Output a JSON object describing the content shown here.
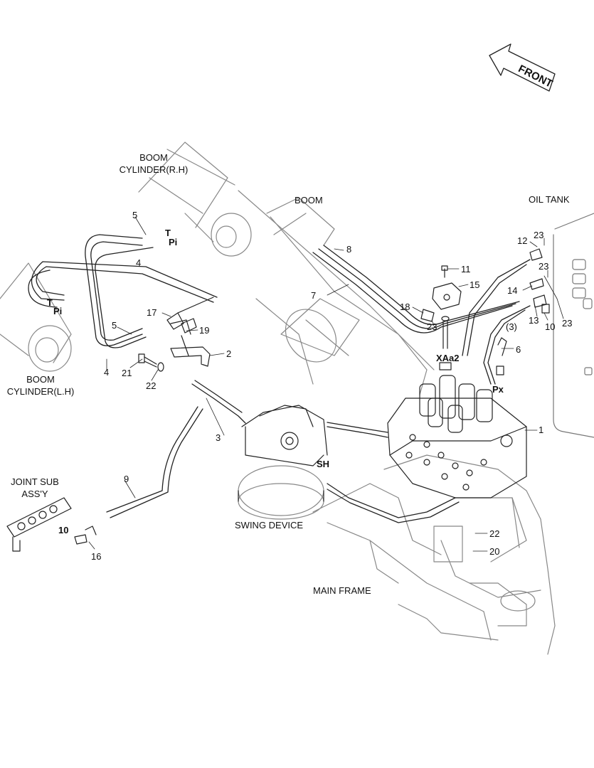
{
  "labels": {
    "front": "FRONT",
    "boom_cyl_rh_1": "BOOM",
    "boom_cyl_rh_2": "CYLINDER(R.H)",
    "boom": "BOOM",
    "oil_tank": "OIL TANK",
    "boom_cyl_lh_1": "BOOM",
    "boom_cyl_lh_2": "CYLINDER(L.H)",
    "joint_sub_1": "JOINT SUB",
    "joint_sub_2": "ASS'Y",
    "swing_device": "SWING DEVICE",
    "main_frame": "MAIN FRAME",
    "port_T_rh": "T",
    "port_Pi_rh": "Pi",
    "port_T_lh": "T",
    "port_Pi_lh": "Pi",
    "port_XAa2": "XAa2",
    "port_Px": "Px",
    "port_SH": "SH"
  },
  "part_numbers": {
    "p1": "1",
    "p2": "2",
    "p3": "3",
    "p4a": "4",
    "p4b": "4",
    "p5a": "5",
    "p5b": "5",
    "p6": "6",
    "p7": "7",
    "p8": "8",
    "p9": "9",
    "p10a": "10",
    "p10b": "10",
    "p11": "11",
    "p12": "12",
    "p13": "13",
    "p14": "14",
    "p15": "15",
    "p16": "16",
    "p17": "17",
    "p18": "18",
    "p19": "19",
    "p20": "20",
    "p21": "21",
    "p22a": "22",
    "p22b": "22",
    "p23a": "23",
    "p23b": "23",
    "p23c": "23",
    "p23d": "23",
    "p3paren": "(3)"
  }
}
